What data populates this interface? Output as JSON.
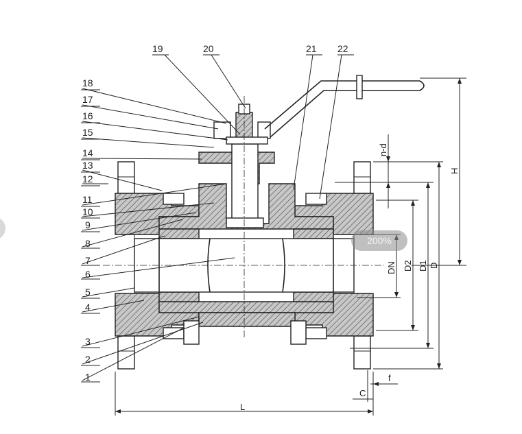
{
  "callouts": [
    "1",
    "2",
    "3",
    "4",
    "5",
    "6",
    "7",
    "8",
    "9",
    "10",
    "11",
    "12",
    "13",
    "14",
    "15",
    "16",
    "17",
    "18",
    "19",
    "20",
    "21",
    "22"
  ],
  "dimensions": {
    "L": "L",
    "H": "H",
    "D": "D",
    "D1": "D1",
    "D2": "D2",
    "DN": "DN",
    "n_d": "n-d",
    "f": "f",
    "C": "C"
  },
  "zoom_indicator": "200%",
  "colors": {
    "line": "#222222",
    "background": "#ffffff",
    "zoom_pill": "#8c8c8c"
  }
}
